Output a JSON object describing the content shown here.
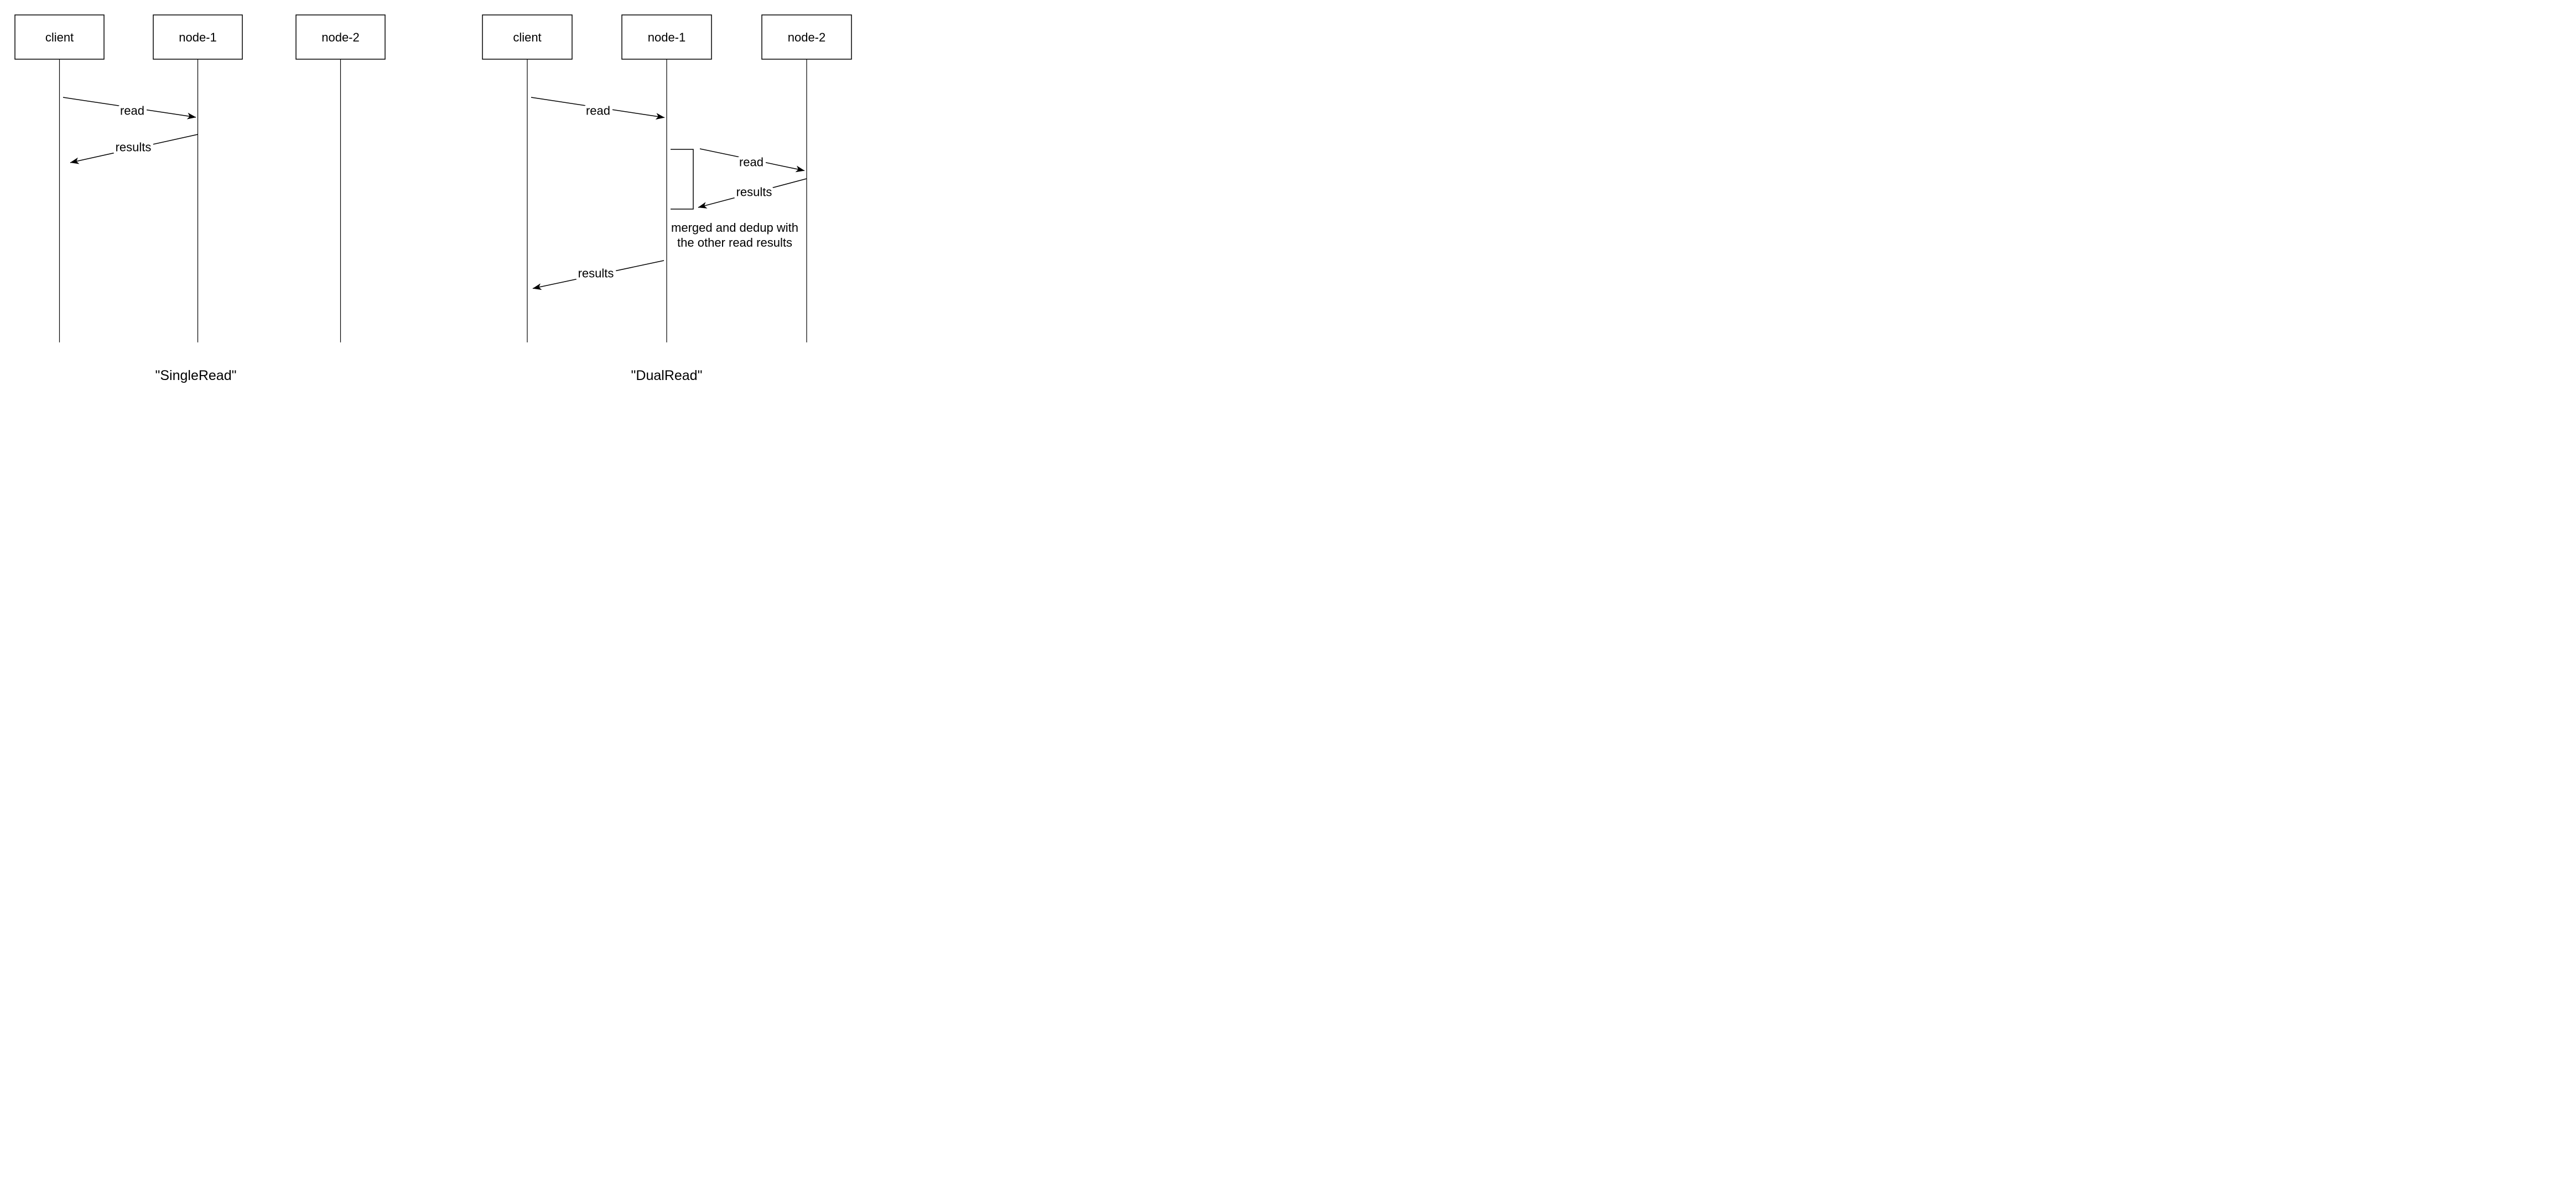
{
  "canvas": {
    "background": "#ffffff",
    "ink": "#000000"
  },
  "diagrams": [
    {
      "id": "single-read",
      "caption": "\"SingleRead\"",
      "actors": [
        {
          "label": "client"
        },
        {
          "label": "node-1"
        },
        {
          "label": "node-2"
        }
      ],
      "messages": [
        {
          "label": "read",
          "from": "client",
          "to": "node-1"
        },
        {
          "label": "results",
          "from": "node-1",
          "to": "client"
        }
      ]
    },
    {
      "id": "dual-read",
      "caption": "\"DualRead\"",
      "actors": [
        {
          "label": "client"
        },
        {
          "label": "node-1"
        },
        {
          "label": "node-2"
        }
      ],
      "messages": [
        {
          "label": "read",
          "from": "client",
          "to": "node-1"
        },
        {
          "label": "read",
          "from": "node-1",
          "to": "node-2"
        },
        {
          "label": "results",
          "from": "node-2",
          "to": "node-1"
        },
        {
          "label": "results",
          "from": "node-1",
          "to": "client"
        }
      ],
      "note": {
        "line1": "merged and dedup with",
        "line2": "the other read results"
      }
    }
  ]
}
